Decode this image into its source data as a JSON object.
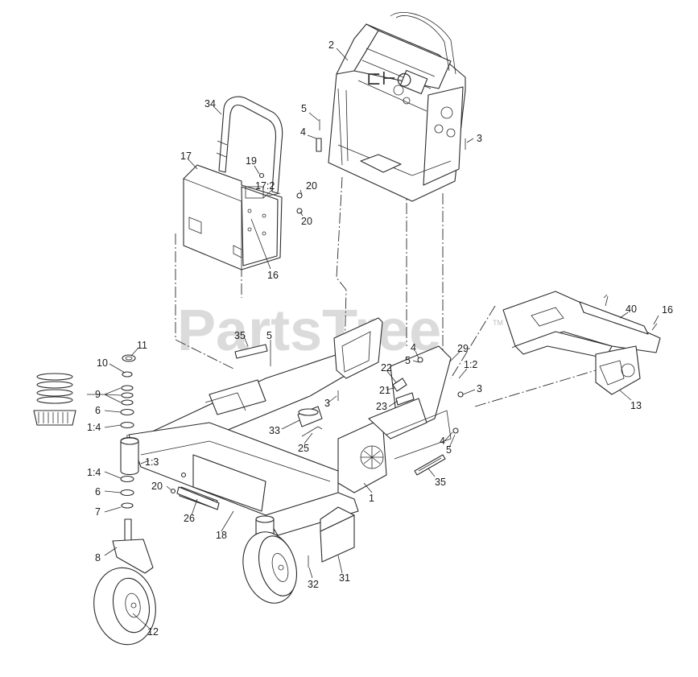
{
  "watermark": {
    "text": "PartsTree",
    "mark": "TM"
  },
  "callouts": {
    "c1": "1",
    "c2": "2",
    "c3a": "3",
    "c3b": "3",
    "c3c": "3",
    "c4a": "4",
    "c4b": "4",
    "c4c": "4",
    "c5a": "5",
    "c5b": "5",
    "c5c": "5",
    "c5d": "5",
    "c6a": "6",
    "c6b": "6",
    "c7": "7",
    "c8": "8",
    "c9": "9",
    "c10": "10",
    "c11": "11",
    "c12": "12",
    "c13": "13",
    "c14a": "1:4",
    "c14b": "1:4",
    "c13b": "1:3",
    "c12b": "1:2",
    "c16a": "16",
    "c16b": "16",
    "c17": "17",
    "c172": "17:2",
    "c18": "18",
    "c19": "19",
    "c20a": "20",
    "c20b": "20",
    "c20c": "20",
    "c21": "21",
    "c22": "22",
    "c23": "23",
    "c25": "25",
    "c26": "26",
    "c29": "29",
    "c31": "31",
    "c32": "32",
    "c33": "33",
    "c34": "34",
    "c35a": "35",
    "c35b": "35",
    "c40": "40"
  }
}
